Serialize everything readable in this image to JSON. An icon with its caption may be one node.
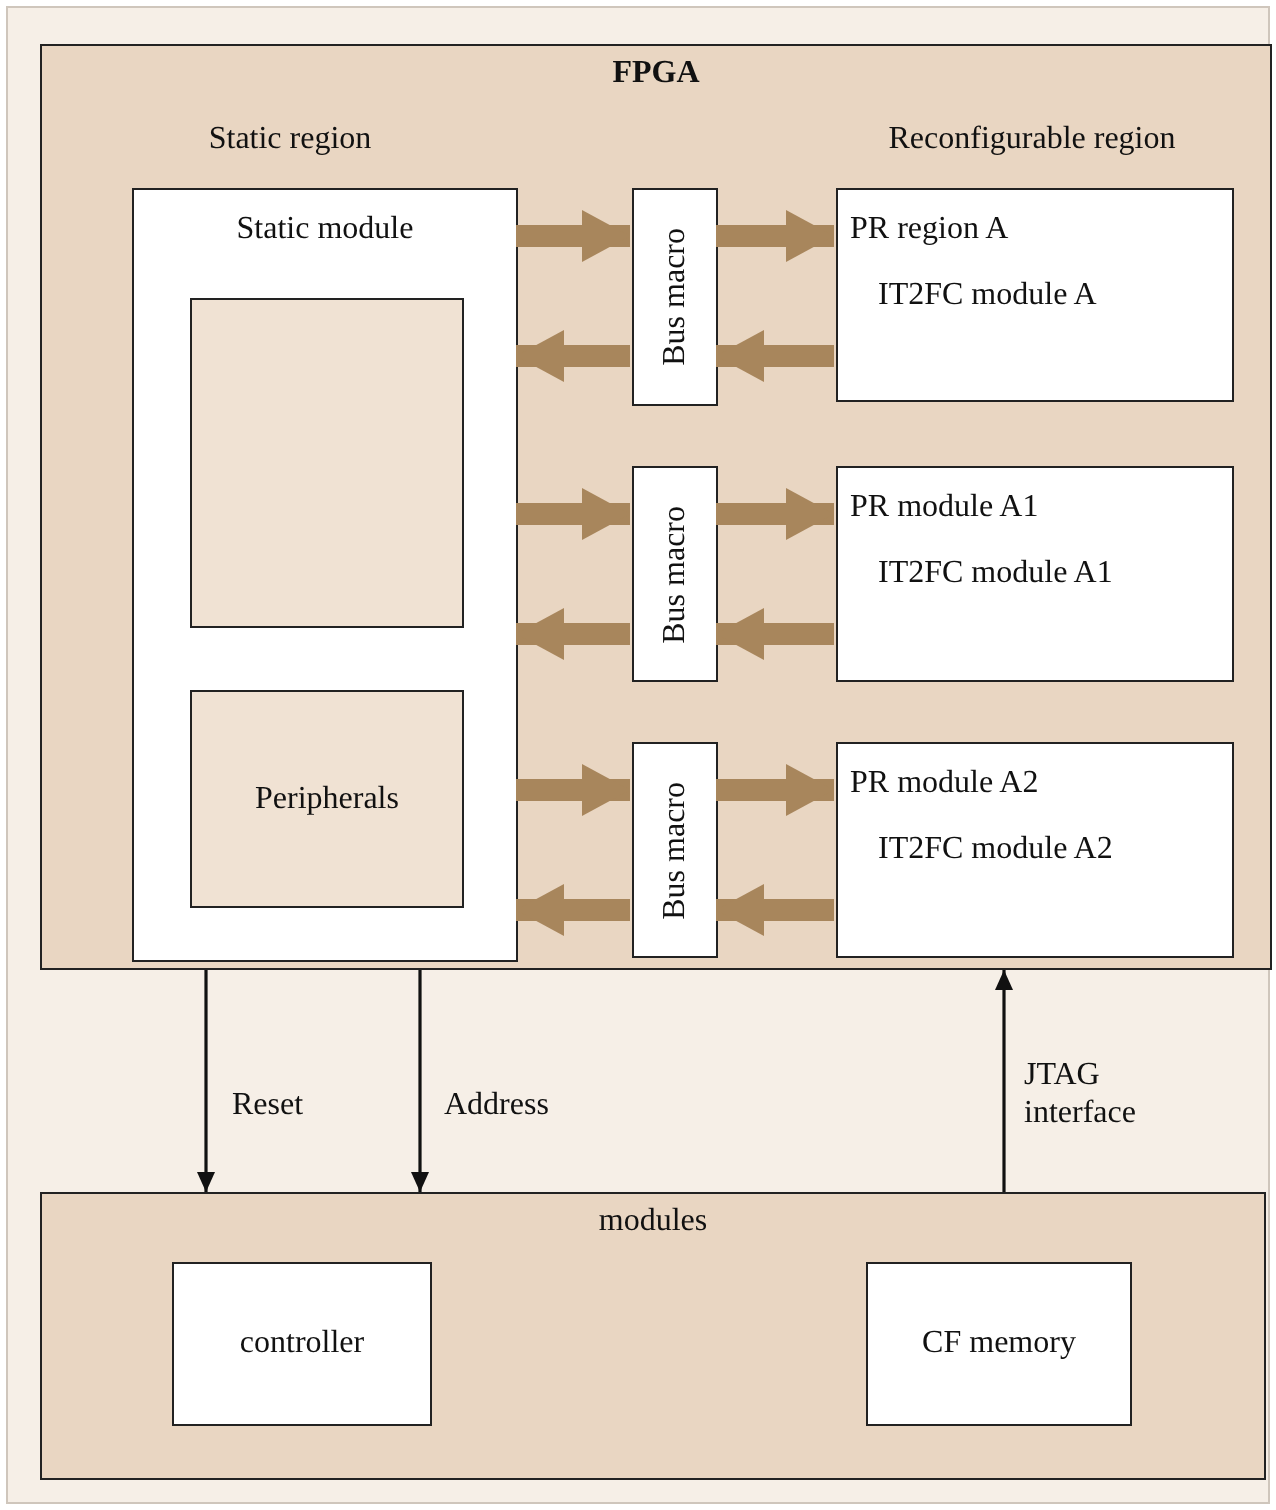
{
  "diagram": {
    "nodes": [
      {
        "text": [
          "FPGA"
        ]
      },
      {
        "text": [
          "Static module"
        ],
        "in": 0
      },
      {
        "text": [],
        "shape": "box",
        "in": 1
      },
      {
        "text": [
          "Peripherals"
        ],
        "in": 1
      },
      {
        "text": [
          "Bus macro"
        ],
        "in": 0
      },
      {
        "text": [
          "PR region A",
          "IT2FC module A"
        ],
        "in": 0
      },
      {
        "text": [
          "Bus macro"
        ],
        "in": 0
      },
      {
        "text": [
          "PR module A1",
          "IT2FC module A1"
        ],
        "in": 0
      },
      {
        "text": [
          "Bus macro"
        ],
        "in": 0
      },
      {
        "text": [
          "PR module A2",
          "IT2FC module A2"
        ],
        "in": 0
      },
      {
        "text": [
          "modules"
        ]
      },
      {
        "text": [
          "controller"
        ],
        "in": 10
      },
      {
        "text": [
          "CF memory"
        ],
        "in": 10
      }
    ],
    "edges": [
      {
        "from": 1,
        "to": 4,
        "arrow": "to"
      },
      {
        "from": 4,
        "to": 1,
        "arrow": "to"
      },
      {
        "from": 4,
        "to": 5,
        "arrow": "to"
      },
      {
        "from": 5,
        "to": 4,
        "arrow": "to"
      },
      {
        "from": 1,
        "to": 6,
        "arrow": "to"
      },
      {
        "from": 6,
        "to": 1,
        "arrow": "to"
      },
      {
        "from": 6,
        "to": 7,
        "arrow": "to"
      },
      {
        "from": 7,
        "to": 6,
        "arrow": "to"
      },
      {
        "from": 1,
        "to": 8,
        "arrow": "to"
      },
      {
        "from": 8,
        "to": 1,
        "arrow": "to"
      },
      {
        "from": 8,
        "to": 9,
        "arrow": "to"
      },
      {
        "from": 9,
        "to": 8,
        "arrow": "to"
      },
      {
        "from": 0,
        "to": 10,
        "arrow": "to",
        "label": "Reset",
        "color": "#111111"
      },
      {
        "from": 0,
        "to": 10,
        "arrow": "to",
        "label": "Address",
        "color": "#111111"
      },
      {
        "from": 10,
        "to": 0,
        "arrow": "to",
        "label": "JTAG interface",
        "color": "#111111"
      }
    ],
    "labels": [
      "Static region",
      "Reconfigurable region"
    ]
  }
}
